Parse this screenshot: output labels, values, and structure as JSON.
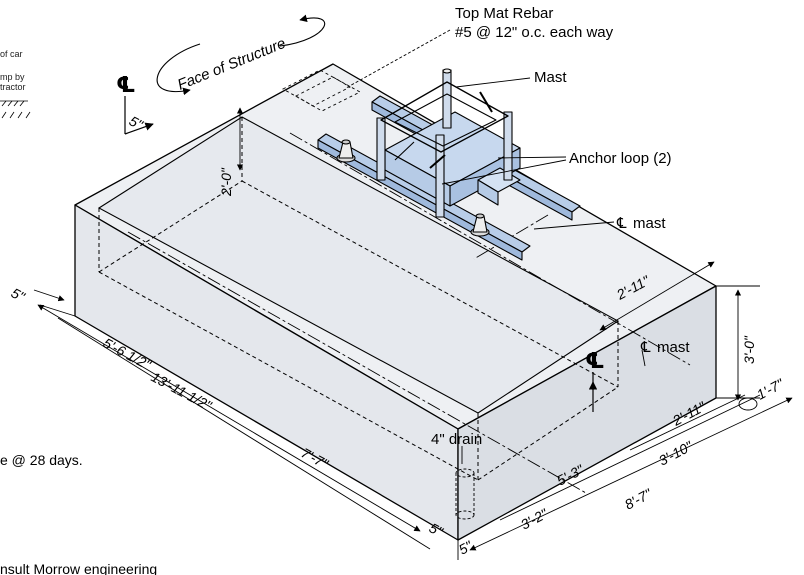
{
  "callouts": {
    "top_mat_rebar_line1": "Top Mat Rebar",
    "top_mat_rebar_line2": "#5 @ 12\" o.c. each way",
    "mast": "Mast",
    "anchor_loop": "Anchor loop (2)",
    "cl_mast_top": "mast",
    "cl_mast_side": "mast",
    "drain": "4\" drain",
    "face_of_structure": "Face of Structure",
    "centerline_symbol": "℄"
  },
  "dimensions": {
    "top_offset": "5\"",
    "pit_depth": "2'-0\"",
    "left_offset": "5\"",
    "pit_length": "5'-6 1/2\"",
    "overall_length": "13'-11 1/2\"",
    "right_section": "7'-7\"",
    "bottom_offset_a": "5\"",
    "bottom_offset_b": "5\"",
    "width_right_top": "2'-11\"",
    "height": "3'-0\"",
    "mast_offset": "1'-7\"",
    "width_right_bottom": "2'-11\"",
    "w_5_3": "5'-3\"",
    "w_3_10": "3'-10\"",
    "w_3_2": "3'-2\"",
    "w_8_7": "8'-7\""
  },
  "margin_notes": {
    "note1": "of car",
    "note2a": "mp by",
    "note2b": "tractor",
    "note3": "e @ 28 days.",
    "note4": "nsult Morrow engineering"
  }
}
